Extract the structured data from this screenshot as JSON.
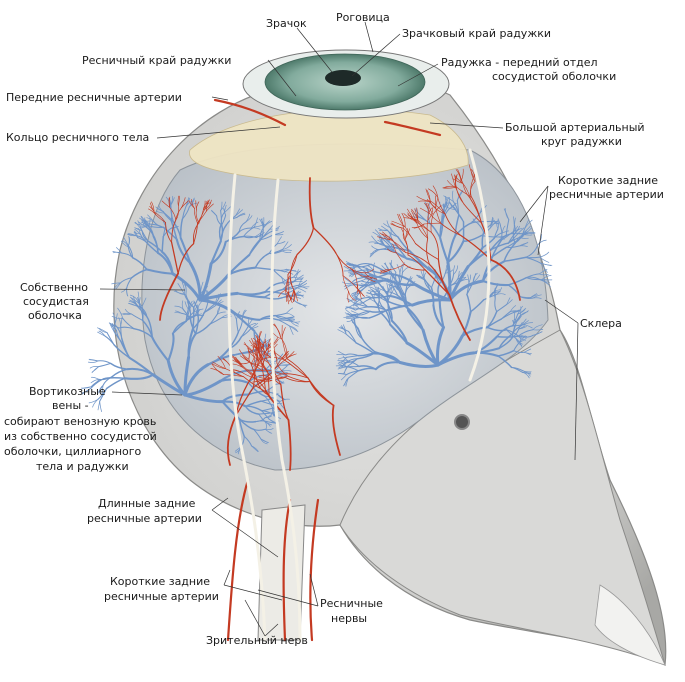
{
  "labels": {
    "pupil": "Зрачок",
    "cornea": "Роговица",
    "pupillary_margin": "Зрачковый край радужки",
    "ciliary_margin": "Ресничный край радужки",
    "iris_1": "Радужка - передний отдел",
    "iris_2": "сосудистой оболочки",
    "anterior_ciliary_arteries": "Передние ресничные артерии",
    "ciliary_body_ring": "Кольцо ресничного тела",
    "major_circle_1": "Большой артериальный",
    "major_circle_2": "круг радужки",
    "short_posterior_top_1": "Короткие задние",
    "short_posterior_top_2": "ресничные артерии",
    "choroid_1": "Собственно",
    "choroid_2": "сосудистая",
    "choroid_3": "оболочка",
    "sclera": "Склера",
    "vorticose_1": "Вортикозные",
    "vorticose_2": "вены -",
    "vorticose_3": "собирают венозную кровь",
    "vorticose_4": "из собственно сосудистой",
    "vorticose_5": "оболочки,    циллиарного",
    "vorticose_6": "тела   и   радужки",
    "long_posterior_1": "Длинные задние",
    "long_posterior_2": "ресничные артерии",
    "short_posterior_bottom_1": "Короткие задние",
    "short_posterior_bottom_2": "ресничные артерии",
    "ciliary_nerves_1": "Ресничные",
    "ciliary_nerves_2": "нервы",
    "optic_nerve": "Зрительный нерв"
  },
  "colors": {
    "sclera": "#d4d4d2",
    "sclera_shade": "#a9a9a6",
    "choroid_bg": "#c9ced3",
    "vein": "#6f95c8",
    "artery": "#c43a22",
    "iris": "#7fa89a",
    "ciliary_ring": "#efe6c9",
    "nerve": "#f3f0e6"
  }
}
